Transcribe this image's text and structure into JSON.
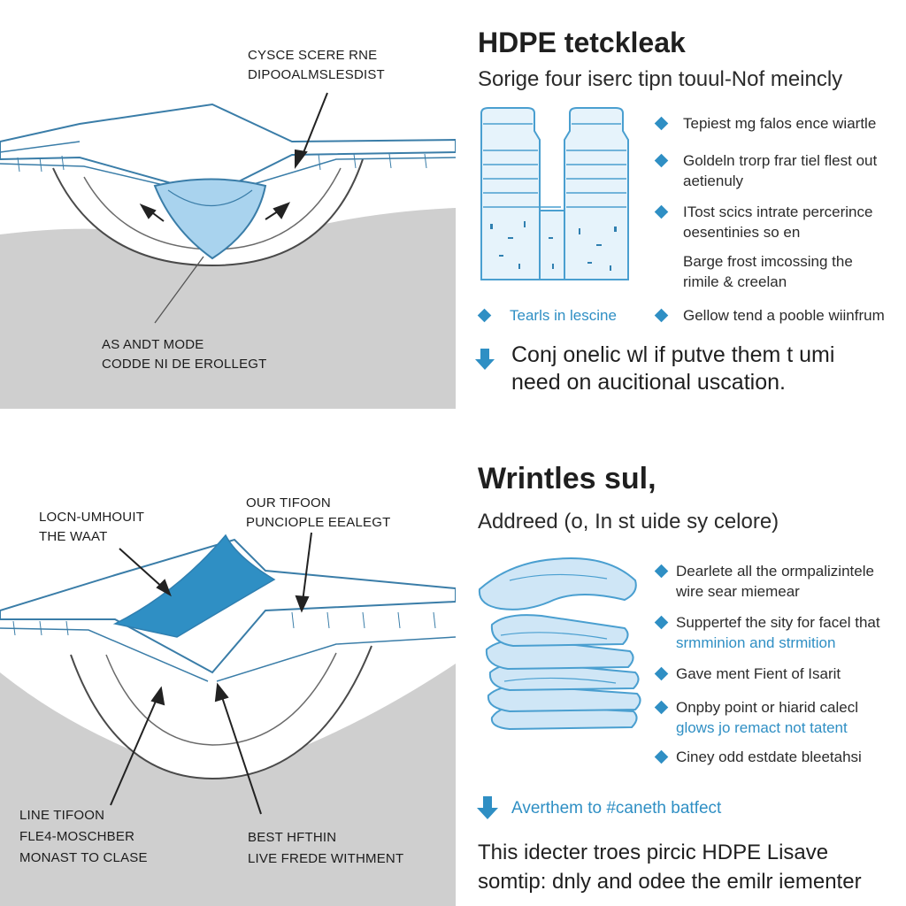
{
  "top": {
    "callouts": {
      "top_right": [
        "CYSCE SCERE RNE",
        "DIPOOALMSLESDIST"
      ],
      "bottom_left": [
        "AS ANDT MODE",
        "CODDE NI DE EROLLEGT"
      ]
    },
    "title": "HDPE tetckleak",
    "subtitle": "Sorige four iserc tipn touul-Nof meincly",
    "bullets": [
      {
        "lines": [
          "Tepiest mg falos ence wiartle"
        ],
        "marker": true
      },
      {
        "lines": [
          "Goldeln trorp frar tiel flest out",
          "aetienuly"
        ],
        "marker": true
      },
      {
        "lines": [
          "ITost scics intrate percerince",
          "oesentinies so en"
        ],
        "marker": true
      },
      {
        "lines": [
          "Barge frost imcossing the",
          "rimile & creelan"
        ],
        "marker": false
      }
    ],
    "bottom_bullets": [
      {
        "text": "Tearls in lescine",
        "blue": true
      },
      {
        "text": "Gellow tend a pooble wiinfrum",
        "blue": false
      }
    ],
    "note": [
      "Conj onelic wl if putve them t umi",
      "need on aucitional uscation."
    ]
  },
  "bottom": {
    "callouts": {
      "left": [
        "LOCN-UMHOUIT",
        "THE WAAT"
      ],
      "top_center": [
        "OUR TIFOON",
        "PUNCIOPLE EEALEGT"
      ],
      "bottom_left": [
        "LINE TIFOON",
        "FLE4-MOSCHBER",
        "MONAST TO CLASE"
      ],
      "bottom_center": [
        "BEST HFTHIN",
        "LIVE FREDE WITHMENT"
      ]
    },
    "title": "Wrintles sul,",
    "subtitle": "Addreed (o, In st uide sy celore)",
    "bullets": [
      {
        "lines": [
          "Dearlete all the ormpalizintele",
          "wire sear miemear"
        ],
        "blue_part": ""
      },
      {
        "lines": [
          "Suppertef the sity for facel that",
          "srmminion and strmition"
        ],
        "blue_part": "blue"
      },
      {
        "lines": [
          "Gave ment Fient of Isarit"
        ],
        "blue_part": ""
      },
      {
        "lines": [
          "Onpby point or hiarid calecl",
          "glows jo remact not tatent"
        ],
        "blue_part": "blue"
      },
      {
        "lines": [
          "Ciney odd estdate bleetahsi"
        ],
        "blue_part": ""
      }
    ],
    "link": "Averthem to #caneth batfect",
    "note": [
      "This idecter troes pircic HDPE Lisave",
      "somtip: dnly and odee the emilr iementer"
    ]
  },
  "colors": {
    "accent": "#2f8fc4",
    "membrane_fill": "#a9d3ee",
    "ground": "#cfcfcf",
    "outline": "#3a7da8"
  },
  "icons": [
    "diamond-bullet-icon",
    "down-arrow-icon",
    "container-illustration",
    "stacked-sheets-illustration"
  ]
}
